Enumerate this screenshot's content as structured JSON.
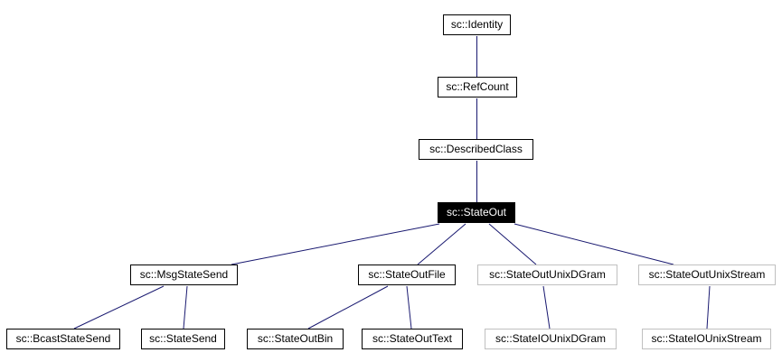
{
  "diagram": {
    "kind": "class-inheritance-graph",
    "background": "#ffffff",
    "colors": {
      "arrow": "#191970",
      "node_border": "#000000",
      "node_border_undocumented": "#c0c0c0",
      "current_node_background": "#000000",
      "current_node_text": "#ffffff"
    },
    "nodes": {
      "identity": {
        "label": "sc::Identity",
        "style": "normal"
      },
      "refcount": {
        "label": "sc::RefCount",
        "style": "normal"
      },
      "describedclass": {
        "label": "sc::DescribedClass",
        "style": "normal"
      },
      "stateout": {
        "label": "sc::StateOut",
        "style": "current"
      },
      "msgstatesend": {
        "label": "sc::MsgStateSend",
        "style": "normal"
      },
      "stateoutfile": {
        "label": "sc::StateOutFile",
        "style": "normal"
      },
      "stateoutunixdgram": {
        "label": "sc::StateOutUnixDGram",
        "style": "undocumented"
      },
      "stateoutunixstream": {
        "label": "sc::StateOutUnixStream",
        "style": "undocumented"
      },
      "bcaststatesend": {
        "label": "sc::BcastStateSend",
        "style": "normal"
      },
      "statesend": {
        "label": "sc::StateSend",
        "style": "normal"
      },
      "stateoutbin": {
        "label": "sc::StateOutBin",
        "style": "normal"
      },
      "stateouttext": {
        "label": "sc::StateOutText",
        "style": "normal"
      },
      "stateiounixdgram": {
        "label": "sc::StateIOUnixDGram",
        "style": "undocumented"
      },
      "stateiounixstream": {
        "label": "sc::StateIOUnixStream",
        "style": "undocumented"
      }
    },
    "edges": [
      {
        "child": "sc::RefCount",
        "parent": "sc::Identity"
      },
      {
        "child": "sc::DescribedClass",
        "parent": "sc::RefCount"
      },
      {
        "child": "sc::StateOut",
        "parent": "sc::DescribedClass"
      },
      {
        "child": "sc::MsgStateSend",
        "parent": "sc::StateOut"
      },
      {
        "child": "sc::StateOutFile",
        "parent": "sc::StateOut"
      },
      {
        "child": "sc::StateOutUnixDGram",
        "parent": "sc::StateOut"
      },
      {
        "child": "sc::StateOutUnixStream",
        "parent": "sc::StateOut"
      },
      {
        "child": "sc::BcastStateSend",
        "parent": "sc::MsgStateSend"
      },
      {
        "child": "sc::StateSend",
        "parent": "sc::MsgStateSend"
      },
      {
        "child": "sc::StateOutBin",
        "parent": "sc::StateOutFile"
      },
      {
        "child": "sc::StateOutText",
        "parent": "sc::StateOutFile"
      },
      {
        "child": "sc::StateIOUnixDGram",
        "parent": "sc::StateOutUnixDGram"
      },
      {
        "child": "sc::StateIOUnixStream",
        "parent": "sc::StateOutUnixStream"
      }
    ]
  }
}
